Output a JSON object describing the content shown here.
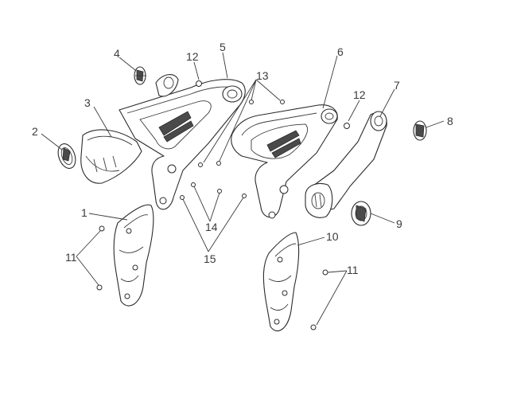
{
  "callouts": [
    {
      "id": "c1",
      "text": "1"
    },
    {
      "id": "c2",
      "text": "2"
    },
    {
      "id": "c3",
      "text": "3"
    },
    {
      "id": "c4",
      "text": "4"
    },
    {
      "id": "c5",
      "text": "5"
    },
    {
      "id": "c6",
      "text": "6"
    },
    {
      "id": "c7",
      "text": "7"
    },
    {
      "id": "c8",
      "text": "8"
    },
    {
      "id": "c9",
      "text": "9"
    },
    {
      "id": "c10",
      "text": "10"
    },
    {
      "id": "c11a",
      "text": "11"
    },
    {
      "id": "c11b",
      "text": "11"
    },
    {
      "id": "c12a",
      "text": "12"
    },
    {
      "id": "c12b",
      "text": "12"
    },
    {
      "id": "c13",
      "text": "13"
    },
    {
      "id": "c14",
      "text": "14"
    },
    {
      "id": "c15",
      "text": "15"
    }
  ]
}
